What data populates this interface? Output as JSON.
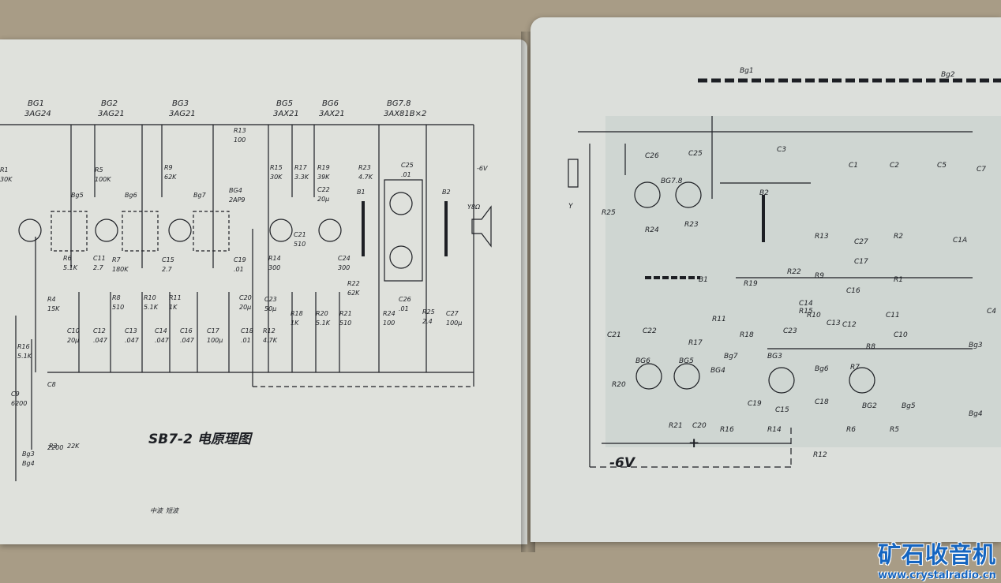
{
  "left_page": {
    "caption": "SB7-2 电原理图",
    "stage_labels": [
      {
        "name": "BG1",
        "type": "3AG24"
      },
      {
        "name": "BG2",
        "type": "3AG21"
      },
      {
        "name": "BG3",
        "type": "3AG21"
      },
      {
        "name": "BG5",
        "type": "3AX21"
      },
      {
        "name": "BG6",
        "type": "3AX21"
      },
      {
        "name": "BG7.8",
        "type": "3AX81B×2"
      }
    ],
    "components": [
      "R13",
      "100",
      "R1",
      "30K",
      "R5",
      "100K",
      "R9",
      "62K",
      "R15",
      "30K",
      "R17",
      "3.3K",
      "R19",
      "39K",
      "R23",
      "4.7K",
      "C25",
      ".01",
      "-6V",
      "Bg5",
      "Bg6",
      "Bg7",
      "BG4",
      "2AP9",
      "C22",
      "20μ",
      "B1",
      "B2",
      "Y8Ω",
      "R6",
      "5.1K",
      "C11",
      "2.7",
      "R7",
      "180K",
      "C15",
      "2.7",
      "C19",
      ".01",
      "C21",
      "510",
      "R14",
      "300",
      "C24",
      "300",
      "R22",
      "62K",
      "R4",
      "15K",
      "R8",
      "510",
      "R10",
      "5.1K",
      "R11",
      "1K",
      "C20",
      "20μ",
      "C23",
      "50μ",
      "R18",
      "1K",
      "R20",
      "5.1K",
      "R21",
      "510",
      "R24",
      "100",
      "C26",
      ".01",
      "R25",
      "2.4",
      "C27",
      "100μ",
      "C10",
      "20μ",
      "C12",
      ".047",
      "C13",
      ".047",
      "C14",
      ".047",
      "C16",
      ".047",
      "C17",
      "100μ",
      "C18",
      ".01",
      "R12",
      "4.7K",
      "R16",
      "5.1K",
      "C9",
      "6200",
      "C8",
      "2200",
      "Bg3",
      "Bg4",
      "R3",
      "22K",
      "中波",
      "短波"
    ]
  },
  "right_page": {
    "labels": [
      "Bg1",
      "Bg2",
      "C26",
      "C25",
      "BG7.8",
      "C3",
      "C1",
      "C2",
      "C5",
      "C7",
      "R25",
      "R24",
      "R23",
      "B2",
      "R13",
      "C27",
      "R2",
      "Y",
      "B1",
      "C1A",
      "C17",
      "R9",
      "R1",
      "R22",
      "R19",
      "C14",
      "C16",
      "R11",
      "R15",
      "C13",
      "C12",
      "R10",
      "C23",
      "R17",
      "C22",
      "C21",
      "R18",
      "C11",
      "R8",
      "C10",
      "C4",
      "BG6",
      "BG5",
      "BG4",
      "Bg7",
      "BG3",
      "Bg6",
      "Bg3",
      "R7",
      "C18",
      "R20",
      "BG2",
      "Bg5",
      "Bg4",
      "R21",
      "C20",
      "C19",
      "R16",
      "R14",
      "C15",
      "R6",
      "R5",
      "R12",
      "+",
      "-6V"
    ]
  },
  "watermark": {
    "title": "矿石收音机",
    "url": "www.crystalradio.cn"
  }
}
